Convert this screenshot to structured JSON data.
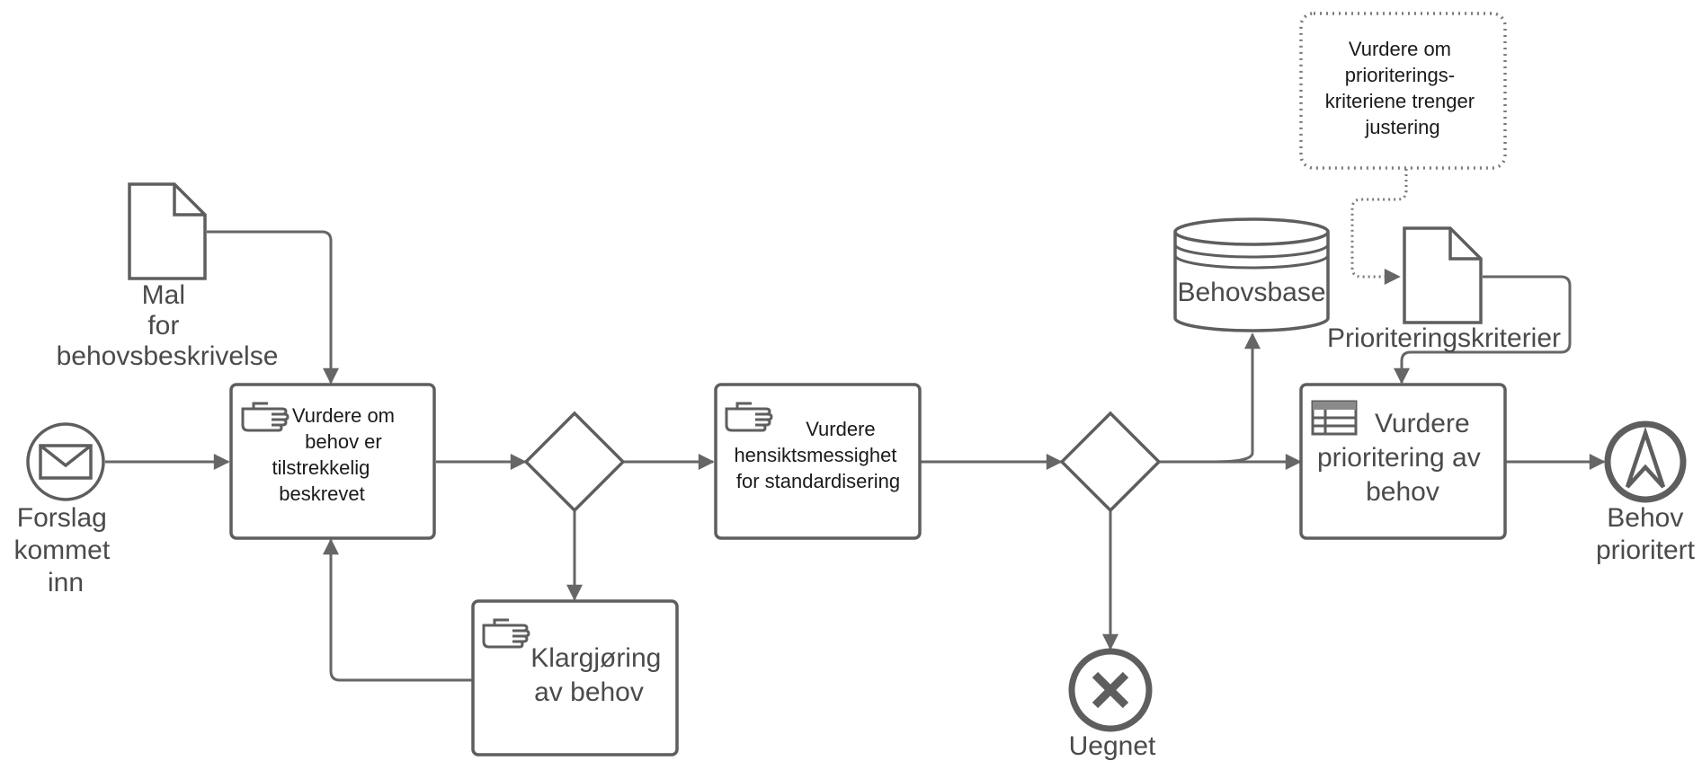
{
  "diagram": {
    "events": {
      "start": {
        "label": [
          "Forslag",
          "kommet",
          "inn"
        ],
        "icon": "envelope-icon"
      },
      "end_prioritized": {
        "label": [
          "Behov",
          "prioritert"
        ],
        "icon": "escalation-arrow-icon"
      },
      "end_unsuitable": {
        "label": [
          "Uegnet"
        ],
        "icon": "x-mark-icon"
      }
    },
    "tasks": {
      "assess_description": {
        "label": [
          "Vurdere om",
          "behov er",
          "tilstrekkelig",
          "beskrevet"
        ],
        "icon": "manual-task-hand-icon"
      },
      "clarify": {
        "label": [
          "Klargjøring",
          "av behov"
        ],
        "icon": "manual-task-hand-icon"
      },
      "assess_standardization": {
        "label": [
          "Vurdere",
          "hensiktsmessighet",
          "for standardisering"
        ],
        "icon": "manual-task-hand-icon"
      },
      "assess_priority": {
        "label": [
          "Vurdere",
          "prioritering av",
          "behov"
        ],
        "icon": "business-rule-table-icon"
      }
    },
    "artifacts": {
      "template_doc": {
        "label": [
          "Mal",
          "for",
          "behovsbeskrivelse"
        ],
        "icon": "document-icon"
      },
      "criteria_doc": {
        "label": [
          "Prioriteringskriterier"
        ],
        "icon": "document-icon"
      },
      "database": {
        "label": [
          "Behovsbase"
        ],
        "icon": "database-icon"
      },
      "annotation": {
        "label": [
          "Vurdere om",
          "prioriterings-",
          "kriteriene trenger",
          "justering"
        ]
      }
    },
    "colors": {
      "stroke": "#5e5e5e",
      "edge": "#666666",
      "text": "#4a4a4a",
      "annotation_border": "#7a7a7a"
    }
  }
}
